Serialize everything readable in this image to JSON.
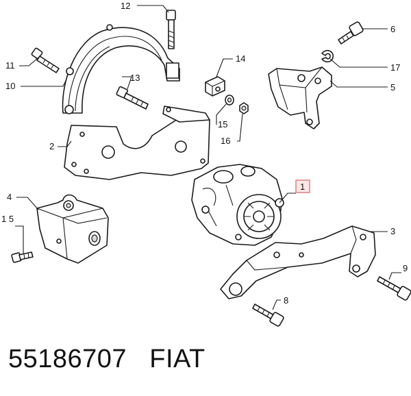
{
  "callouts": {
    "c1": "1",
    "c2": "2",
    "c3": "3",
    "c4": "4",
    "c5": "5",
    "c6": "6",
    "c8": "8",
    "c9": "9",
    "c10": "10",
    "c11": "11",
    "c12": "12",
    "c13": "13",
    "c14": "14",
    "c15a": "15",
    "c15b": "1 5",
    "c16": "16",
    "c17": "17"
  },
  "caption": {
    "part_number": "55186707",
    "brand": "FIAT"
  },
  "colors": {
    "line": "#1a1a1a",
    "highlight": "#e06060",
    "highlight_fill": "#fde8e8"
  }
}
